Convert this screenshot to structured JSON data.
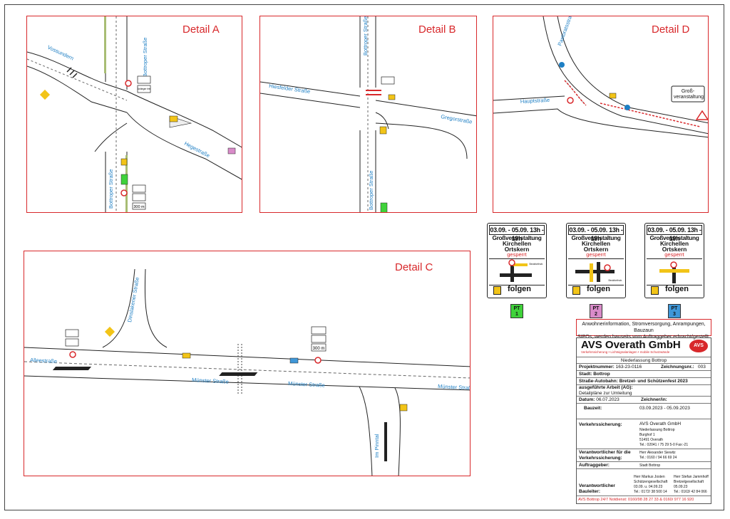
{
  "details": {
    "a": {
      "title": "Detail A",
      "streets": [
        "Vossundern",
        "Bottroper Straße",
        "Bottroper Straße",
        "Hegestraße"
      ]
    },
    "b": {
      "title": "Detail B",
      "streets": [
        "Bottroper Straße",
        "Hiesfelder Straße",
        "Gregorstraße",
        "Bottroper Straße"
      ]
    },
    "c": {
      "title": "Detail C",
      "streets": [
        "Alleestraße",
        "Münster Straße",
        "Münster Straße",
        "Münster Straße",
        "Dinslakener Straße",
        "Im Pinntal"
      ]
    },
    "d": {
      "title": "Detail D",
      "streets": [
        "Hauptstraße",
        "Pastoratsstraße"
      ],
      "board": "Groß-\nveranstaltung"
    }
  },
  "common": {
    "anlieger": "Anlieger\nfrei",
    "distance": "300 m",
    "pt1": "PT\n1"
  },
  "signs": [
    {
      "date": "03.09. - 05.09. 13h - 19h",
      "l1": "Großveranstaltung",
      "l2": "Kirchellen",
      "l3": "Ortskern",
      "l4": "gesperrt",
      "pic_label": "Beckforthstr.",
      "folgen": "folgen",
      "pt": "PT\n1",
      "pt_color": "#3fd23a"
    },
    {
      "date": "03.09. - 05.09. 13h - 19h",
      "l1": "Großveranstaltung",
      "l2": "Kirchellen",
      "l3": "Ortskern",
      "l4": "gesperrt",
      "pic_label": "Beckforthstr.",
      "folgen": "folgen",
      "pt": "PT\n2",
      "pt_color": "#d98bc9"
    },
    {
      "date": "03.09. - 05.09. 13h - 19h",
      "l1": "Großveranstaltung",
      "l2": "Kirchellen",
      "l3": "Ortskern",
      "l4": "gesperrt",
      "pic_label": "",
      "folgen": "folgen",
      "pt": "PT\n3",
      "pt_color": "#3f97d8"
    }
  ],
  "info_note": "Anwohnerinformation, Stromversorgung, Anrampungen, Bauzaun\nSIPOs, werden bauseits vom Auftraggeber erbracht/gestellt.",
  "title_block": {
    "company": "AVS Overath GmbH",
    "tagline": "Verkehrssicherung • Lichtsignalanlagen • mobile Schutzwände",
    "logo": "AVS",
    "branch": "Niederlassung Bottrop",
    "project_label": "Projektnummer:",
    "project_value": "163-23-0116",
    "drawing_label": "Zeichnungsnr.:",
    "drawing_value": "003",
    "city": "Stadt: Bottrop",
    "road": "Straße-Autobahn: Bretzel- und Schützenfest 2023",
    "work_label": "ausgeführte Arbeit (AG):",
    "work_value": "Detailpläne zur Umleitung",
    "date_label": "Datum:",
    "date_value": "06.07.2023",
    "drafter_label": "Zeichner/in:",
    "period_label": "Bauzeit:",
    "period_value": "03.09.2023 - 05.09.2023",
    "vs_label": "Verkehrssicherung:",
    "vs_lines": [
      "AVS Overath GmbH",
      "Niederlassung Bottrop",
      "Burghof 1",
      "51491 Overath",
      "Tel.: 02041 / 75 29 5-0 Fax:-21"
    ],
    "resp_label": "Verantwortlicher für die\nVerkehrssicherung:",
    "resp_lines": [
      "Herr Alexander Siewitz",
      "Tel.: 0160 / 94 66 69 24"
    ],
    "client_label": "Auftraggeber:",
    "client_value": "Stadt Bottrop",
    "site_label": "Verantwortlicher\nBauleiter:",
    "site_col1": [
      "Herr Markus Josten",
      "Schützengesellschaft",
      "03.09. u. 04.09.23",
      "Tel.: 0172/ 38 500 14"
    ],
    "site_col2": [
      "Herr Stefan Jammhoff",
      "Bretzelgesellschaft",
      "05.09.23",
      "Tel.: 0163/ 42 84 066"
    ],
    "emergency": "AVS Bottrop 24/7 Notdienst: 0160/98 28 27 33  &  0160/ 977 16 920"
  },
  "colors": {
    "frame": "#d8282b",
    "street_label": "#1e7fc4",
    "sign_yellow": "#f2c418"
  }
}
